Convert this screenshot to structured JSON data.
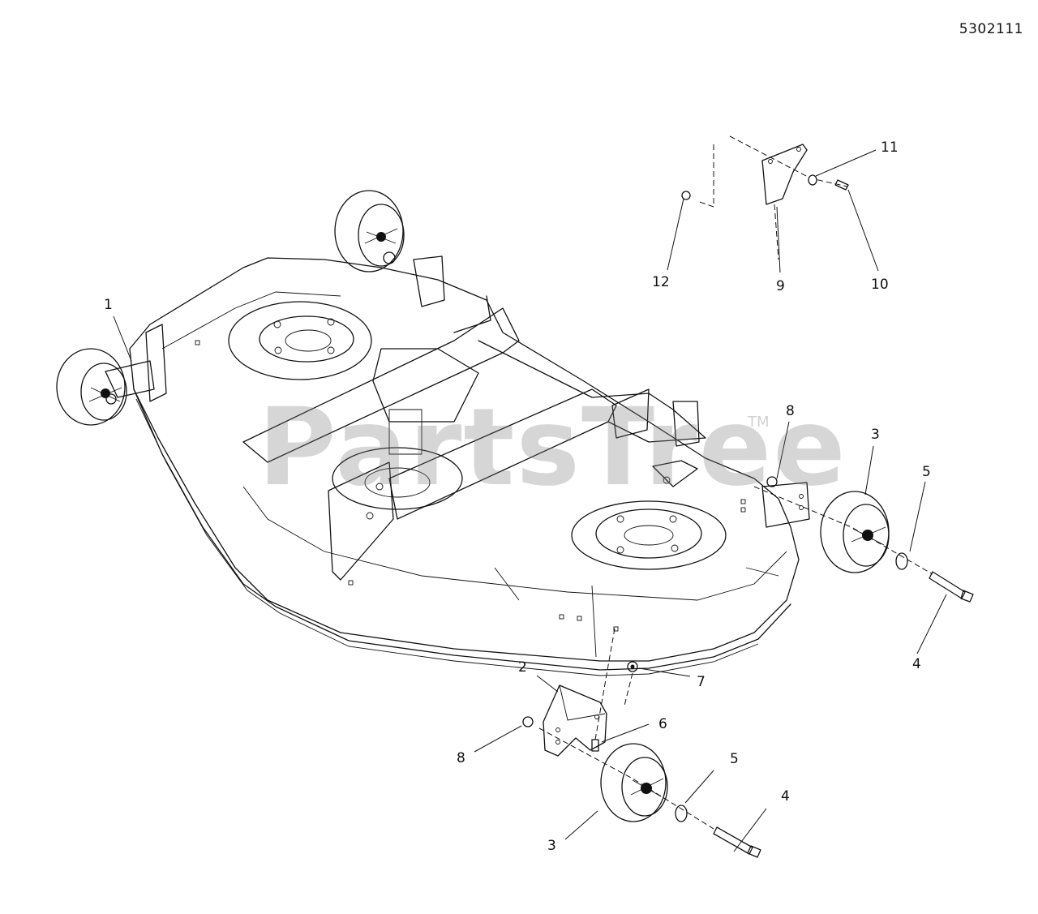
{
  "diagram": {
    "drawing_id": "5302111",
    "watermark": "PartsTree",
    "watermark_tm": "TM",
    "callouts": [
      {
        "id": "c1",
        "label": "1"
      },
      {
        "id": "c2",
        "label": "2"
      },
      {
        "id": "c3a",
        "label": "3"
      },
      {
        "id": "c3b",
        "label": "3"
      },
      {
        "id": "c4a",
        "label": "4"
      },
      {
        "id": "c4b",
        "label": "4"
      },
      {
        "id": "c5a",
        "label": "5"
      },
      {
        "id": "c5b",
        "label": "5"
      },
      {
        "id": "c6",
        "label": "6"
      },
      {
        "id": "c7",
        "label": "7"
      },
      {
        "id": "c8a",
        "label": "8"
      },
      {
        "id": "c8b",
        "label": "8"
      },
      {
        "id": "c9",
        "label": "9"
      },
      {
        "id": "c10",
        "label": "10"
      },
      {
        "id": "c11",
        "label": "11"
      },
      {
        "id": "c12",
        "label": "12"
      }
    ]
  }
}
